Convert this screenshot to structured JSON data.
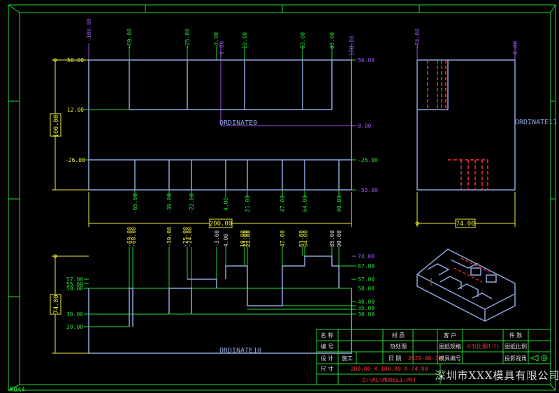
{
  "drawing": {
    "front_view": {
      "top_ordinates": [
        "-100.00",
        "-69.00",
        "-25.00",
        "-3.00",
        "0.00",
        "19.00",
        "63.00",
        "85.00",
        "100.00"
      ],
      "bottom_ordinates": [
        "-65.00",
        "-39.00",
        "-22.00",
        "4.00",
        "21.00",
        "47.00",
        "64.00",
        "90.00"
      ],
      "left_ordinates": [
        "50.00",
        "12.00",
        "-26.00"
      ],
      "right_ordinates": [
        "50.00",
        "0.00",
        "-26.00",
        "-50.00"
      ],
      "height_dim": "100.00",
      "width_dim": "200.00",
      "label": "ORDINATE9"
    },
    "side_view": {
      "top_left": "-74.00",
      "top_right": "0.00",
      "width_dim": "74.00",
      "label": "ORDINATE11"
    },
    "top_view": {
      "top_ordinates": [
        "-69.00",
        "-68.00",
        "-39.00",
        "-25.00",
        "-24.00",
        "-3.00",
        "4.00",
        "19.00",
        "21.00",
        "22.00",
        "47.00",
        "63.00",
        "64.00",
        "85.00",
        "90.00"
      ],
      "left_ordinates": [
        "57.00",
        "55.00",
        "50.00",
        "30.00",
        "20.00"
      ],
      "right_ordinates": [
        "74.00",
        "67.00",
        "57.00",
        "50.00",
        "40.00",
        "35.00",
        "30.00"
      ],
      "height_dim": "74.00",
      "label": "ORDINATE10"
    },
    "layout_tab": "MOA4"
  },
  "title_block": {
    "name_label": "名 称",
    "material_label": "材 质",
    "customer_label": "客 户",
    "part_count_label": "件 数",
    "number_label": "编 号",
    "heat_label": "热处理",
    "sheet_label": "图纸规格",
    "sheet_value": "A3(比例1:1)",
    "scale_label": "图纸比例",
    "process_label": "施工",
    "design_label": "设 计",
    "date_label": "日 期",
    "date_value": "2020-06-30",
    "mold_label": "模具编号",
    "proj_label": "投影视角",
    "size_label": "尺 寸",
    "size_value": "200.00 X 100.00 X 74.00",
    "path_value": "D:\\KL\\MODEL1.PRT",
    "company": "深圳市XXX模具有限公司"
  }
}
